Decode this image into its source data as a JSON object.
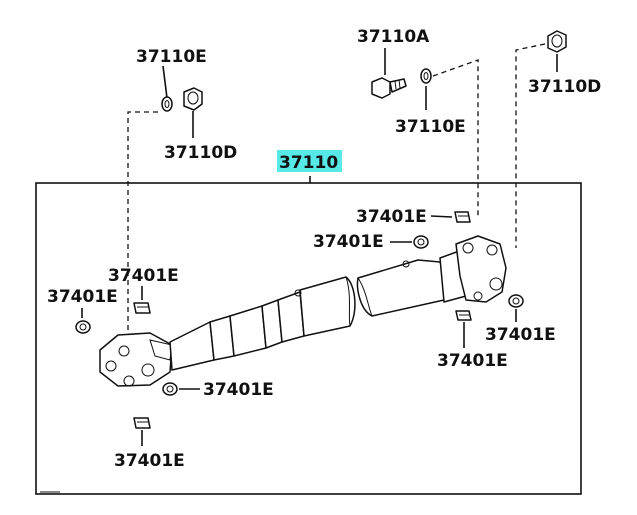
{
  "labels": {
    "nut_top_right": "37110D",
    "nut_top_left": "37110D",
    "washer_top_left": "37110E",
    "washer_top_middle": "37110E",
    "bolt_top": "37110A",
    "assembly": "37110",
    "clip_upper_1": "37401E",
    "clip_upper_2": "37401E",
    "clip_right_1": "37401E",
    "clip_right_2": "37401E",
    "clip_left_1": "37401E",
    "clip_left_2": "37401E",
    "clip_bottom_1": "37401E",
    "clip_bottom_2": "37401E"
  },
  "colors": {
    "highlight": "#57e8e8",
    "line": "#111111"
  }
}
